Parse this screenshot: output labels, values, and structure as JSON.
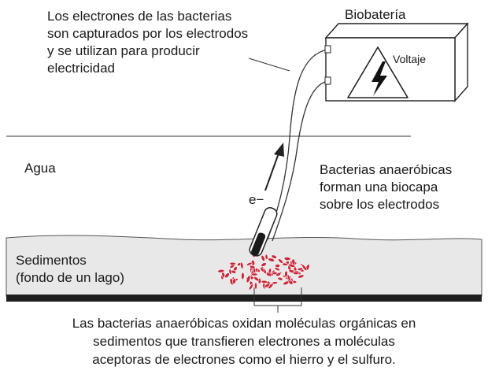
{
  "labels": {
    "electrons_capture": [
      "Los electrones de las bacterias",
      "son capturados por los electrodos",
      "y se utilizan para producir",
      "electricidad"
    ],
    "biobattery_title": "Biobatería",
    "voltage": "Voltaje",
    "water": "Agua",
    "electron": "e−",
    "biofilm": [
      "Bacterias anaeróbicas",
      "forman una biocapa",
      "sobre los electrodos"
    ],
    "sediment": [
      "Sedimentos",
      "(fondo de un lago)"
    ],
    "caption": [
      "Las bacterias anaeróbicas oxidan moléculas orgánicas en",
      "sedimentos que transfieren electrones a moléculas",
      "aceptoras de electrones como el hierro y el sulfuro."
    ]
  },
  "colors": {
    "bacteria": "#c8283a",
    "sediment": "#e8e8e8",
    "lake_floor": "#1e1e1e",
    "line": "#333333"
  },
  "icons": {
    "warning": "high-voltage-warning-icon"
  }
}
